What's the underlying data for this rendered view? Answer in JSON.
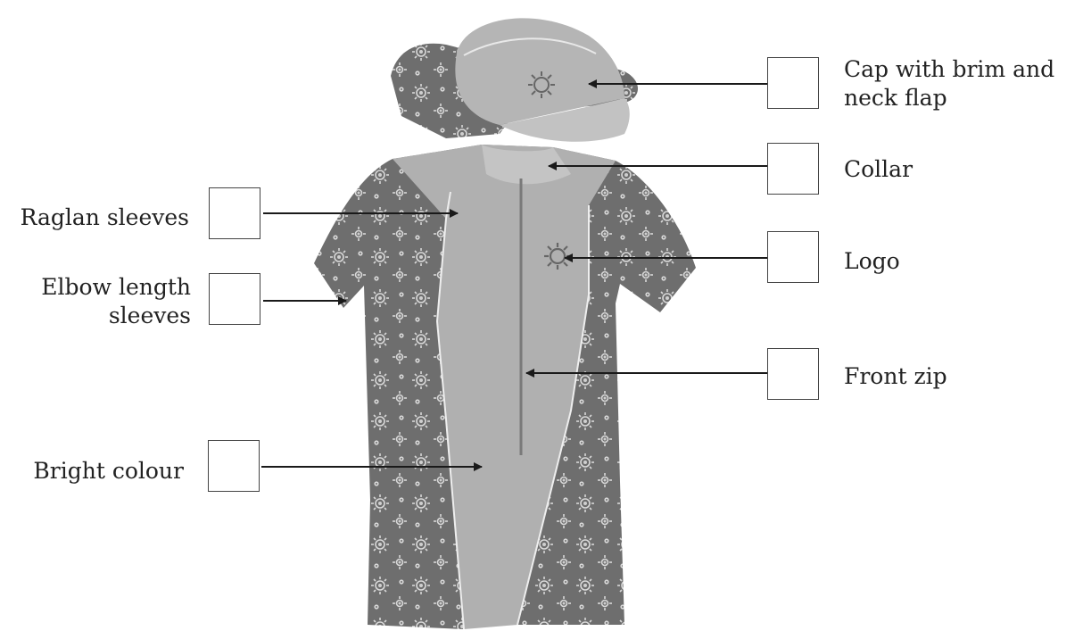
{
  "labels": {
    "cap": "Cap with brim and\nneck flap",
    "collar": "Collar",
    "logo": "Logo",
    "front_zip": "Front zip",
    "raglan": "Raglan sleeves",
    "elbow": "Elbow length\nsleeves",
    "bright": "Bright colour"
  },
  "colors": {
    "garment_plain": "#b0b0b0",
    "garment_print": "#6e6e6e",
    "sun_motif": "#dcdcdc",
    "arrow": "#1a1a1a"
  }
}
